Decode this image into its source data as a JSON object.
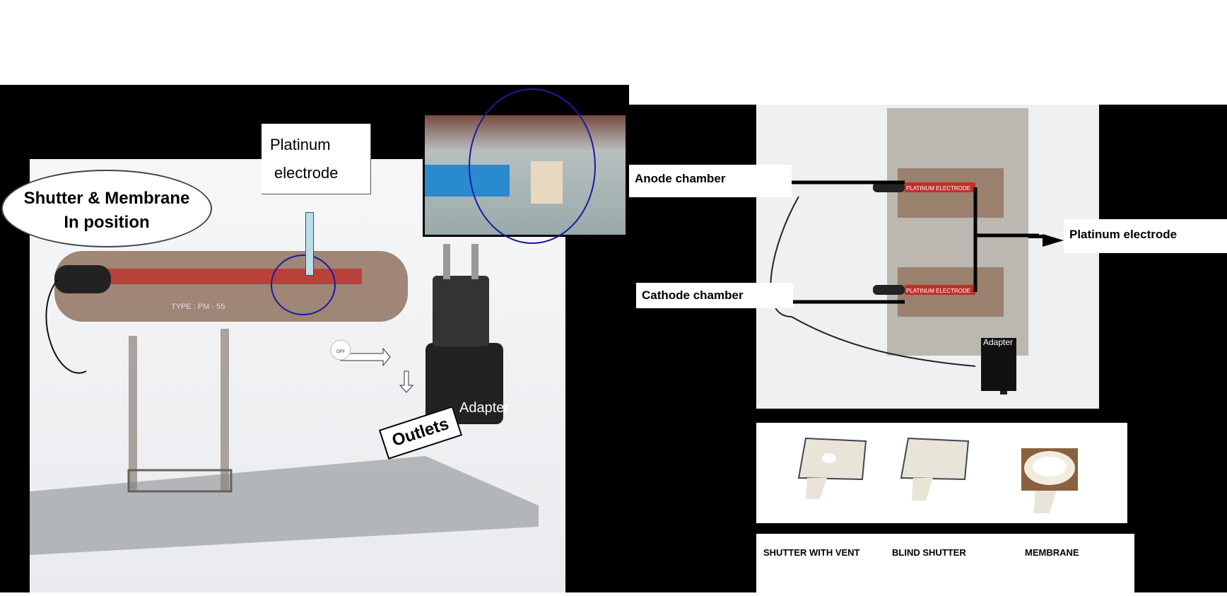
{
  "left_panel": {
    "callout_shutter": "Shutter & Membrane\nIn position",
    "callout_shutter_line1": "Shutter & Membrane",
    "callout_shutter_line2": "In position",
    "callout_platinum_line1": "Platinum",
    "callout_platinum_line2": "electrode",
    "device_print": "TYPE : PM - 55",
    "valve_print": "OFF",
    "adapter_label": "Adapter",
    "outlets_label": "Outlets"
  },
  "right_panel": {
    "anode_label": "Anode chamber",
    "cathode_label": "Cathode  chamber",
    "platinum_label": "Platinum electrode",
    "adapter_label": "Adapter",
    "tube_print": "PLATINUM ELECTRODE",
    "parts": [
      "SHUTTER WITH VENT",
      "BLIND SHUTTER",
      "MEMBRANE"
    ]
  },
  "colors": {
    "background": "#000000",
    "highlight_ellipse": "#1a1aa0",
    "tube_red": "#c0302a"
  }
}
